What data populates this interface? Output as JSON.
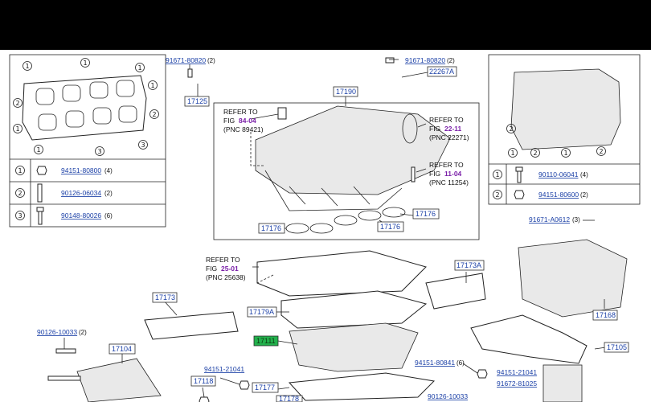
{
  "callouts": {
    "p91671_80820_a": {
      "code": "91671-80820",
      "qty": "(2)"
    },
    "p91671_80820_b": {
      "code": "91671-80820",
      "qty": "(2)"
    },
    "p17125": {
      "code": "17125"
    },
    "p22267A": {
      "code": "22267A"
    },
    "p17190": {
      "code": "17190"
    },
    "p17176_a": {
      "code": "17176"
    },
    "p17176_b": {
      "code": "17176"
    },
    "p17176_c": {
      "code": "17176"
    },
    "p91671_A0612": {
      "code": "91671-A0612",
      "qty": "(3)"
    },
    "p17173A": {
      "code": "17173A"
    },
    "p17173": {
      "code": "17173"
    },
    "p17179A": {
      "code": "17179A"
    },
    "p17168": {
      "code": "17168"
    },
    "p17111": {
      "code": "17111"
    },
    "p90126_10033_a": {
      "code": "90126-10033",
      "qty": "(2)"
    },
    "p90126_10033_b": {
      "code": "90126-10033"
    },
    "p17104": {
      "code": "17104"
    },
    "p94151_21041_a": {
      "code": "94151-21041"
    },
    "p94151_21041_b": {
      "code": "94151-21041"
    },
    "p17118": {
      "code": "17118"
    },
    "p17177": {
      "code": "17177"
    },
    "p17178": {
      "code": "17178"
    },
    "p94151_80841": {
      "code": "94151-80841",
      "qty": "(6)"
    },
    "p91672_81025": {
      "code": "91672-81025"
    },
    "p17105": {
      "code": "17105"
    }
  },
  "refs": {
    "r1": {
      "line1": "REFER TO",
      "fig_prefix": "FIG ",
      "fig": "84-04",
      "pnc": "(PNC 89421)"
    },
    "r2": {
      "line1": "REFER TO",
      "fig_prefix": "FIG ",
      "fig": "22-11",
      "pnc": "(PNC 22271)"
    },
    "r3": {
      "line1": "REFER TO",
      "fig_prefix": "FIG ",
      "fig": "11-04",
      "pnc": "(PNC 11254)"
    },
    "r4": {
      "line1": "REFER TO",
      "fig_prefix": "FIG ",
      "fig": "25-01",
      "pnc": "(PNC 25638)"
    }
  },
  "legend_left": [
    {
      "num": "1",
      "code": "94151-80800",
      "qty": "(4)"
    },
    {
      "num": "2",
      "code": "90126-06034",
      "qty": "(2)"
    },
    {
      "num": "3",
      "code": "90148-80026",
      "qty": "(6)"
    }
  ],
  "legend_right": [
    {
      "num": "1",
      "code": "90110-06041",
      "qty": "(4)"
    },
    {
      "num": "2",
      "code": "94151-80600",
      "qty": "(2)"
    }
  ],
  "inset_left_markers": [
    "1",
    "1",
    "1",
    "1",
    "2",
    "1",
    "2",
    "1",
    "3",
    "3"
  ],
  "inset_right_markers": [
    "1",
    "2",
    "1",
    "2",
    "2"
  ],
  "colors": {
    "part_number": "#1a3fa6",
    "figure_ref": "#7a1fa8",
    "highlight": "#22b14c"
  }
}
